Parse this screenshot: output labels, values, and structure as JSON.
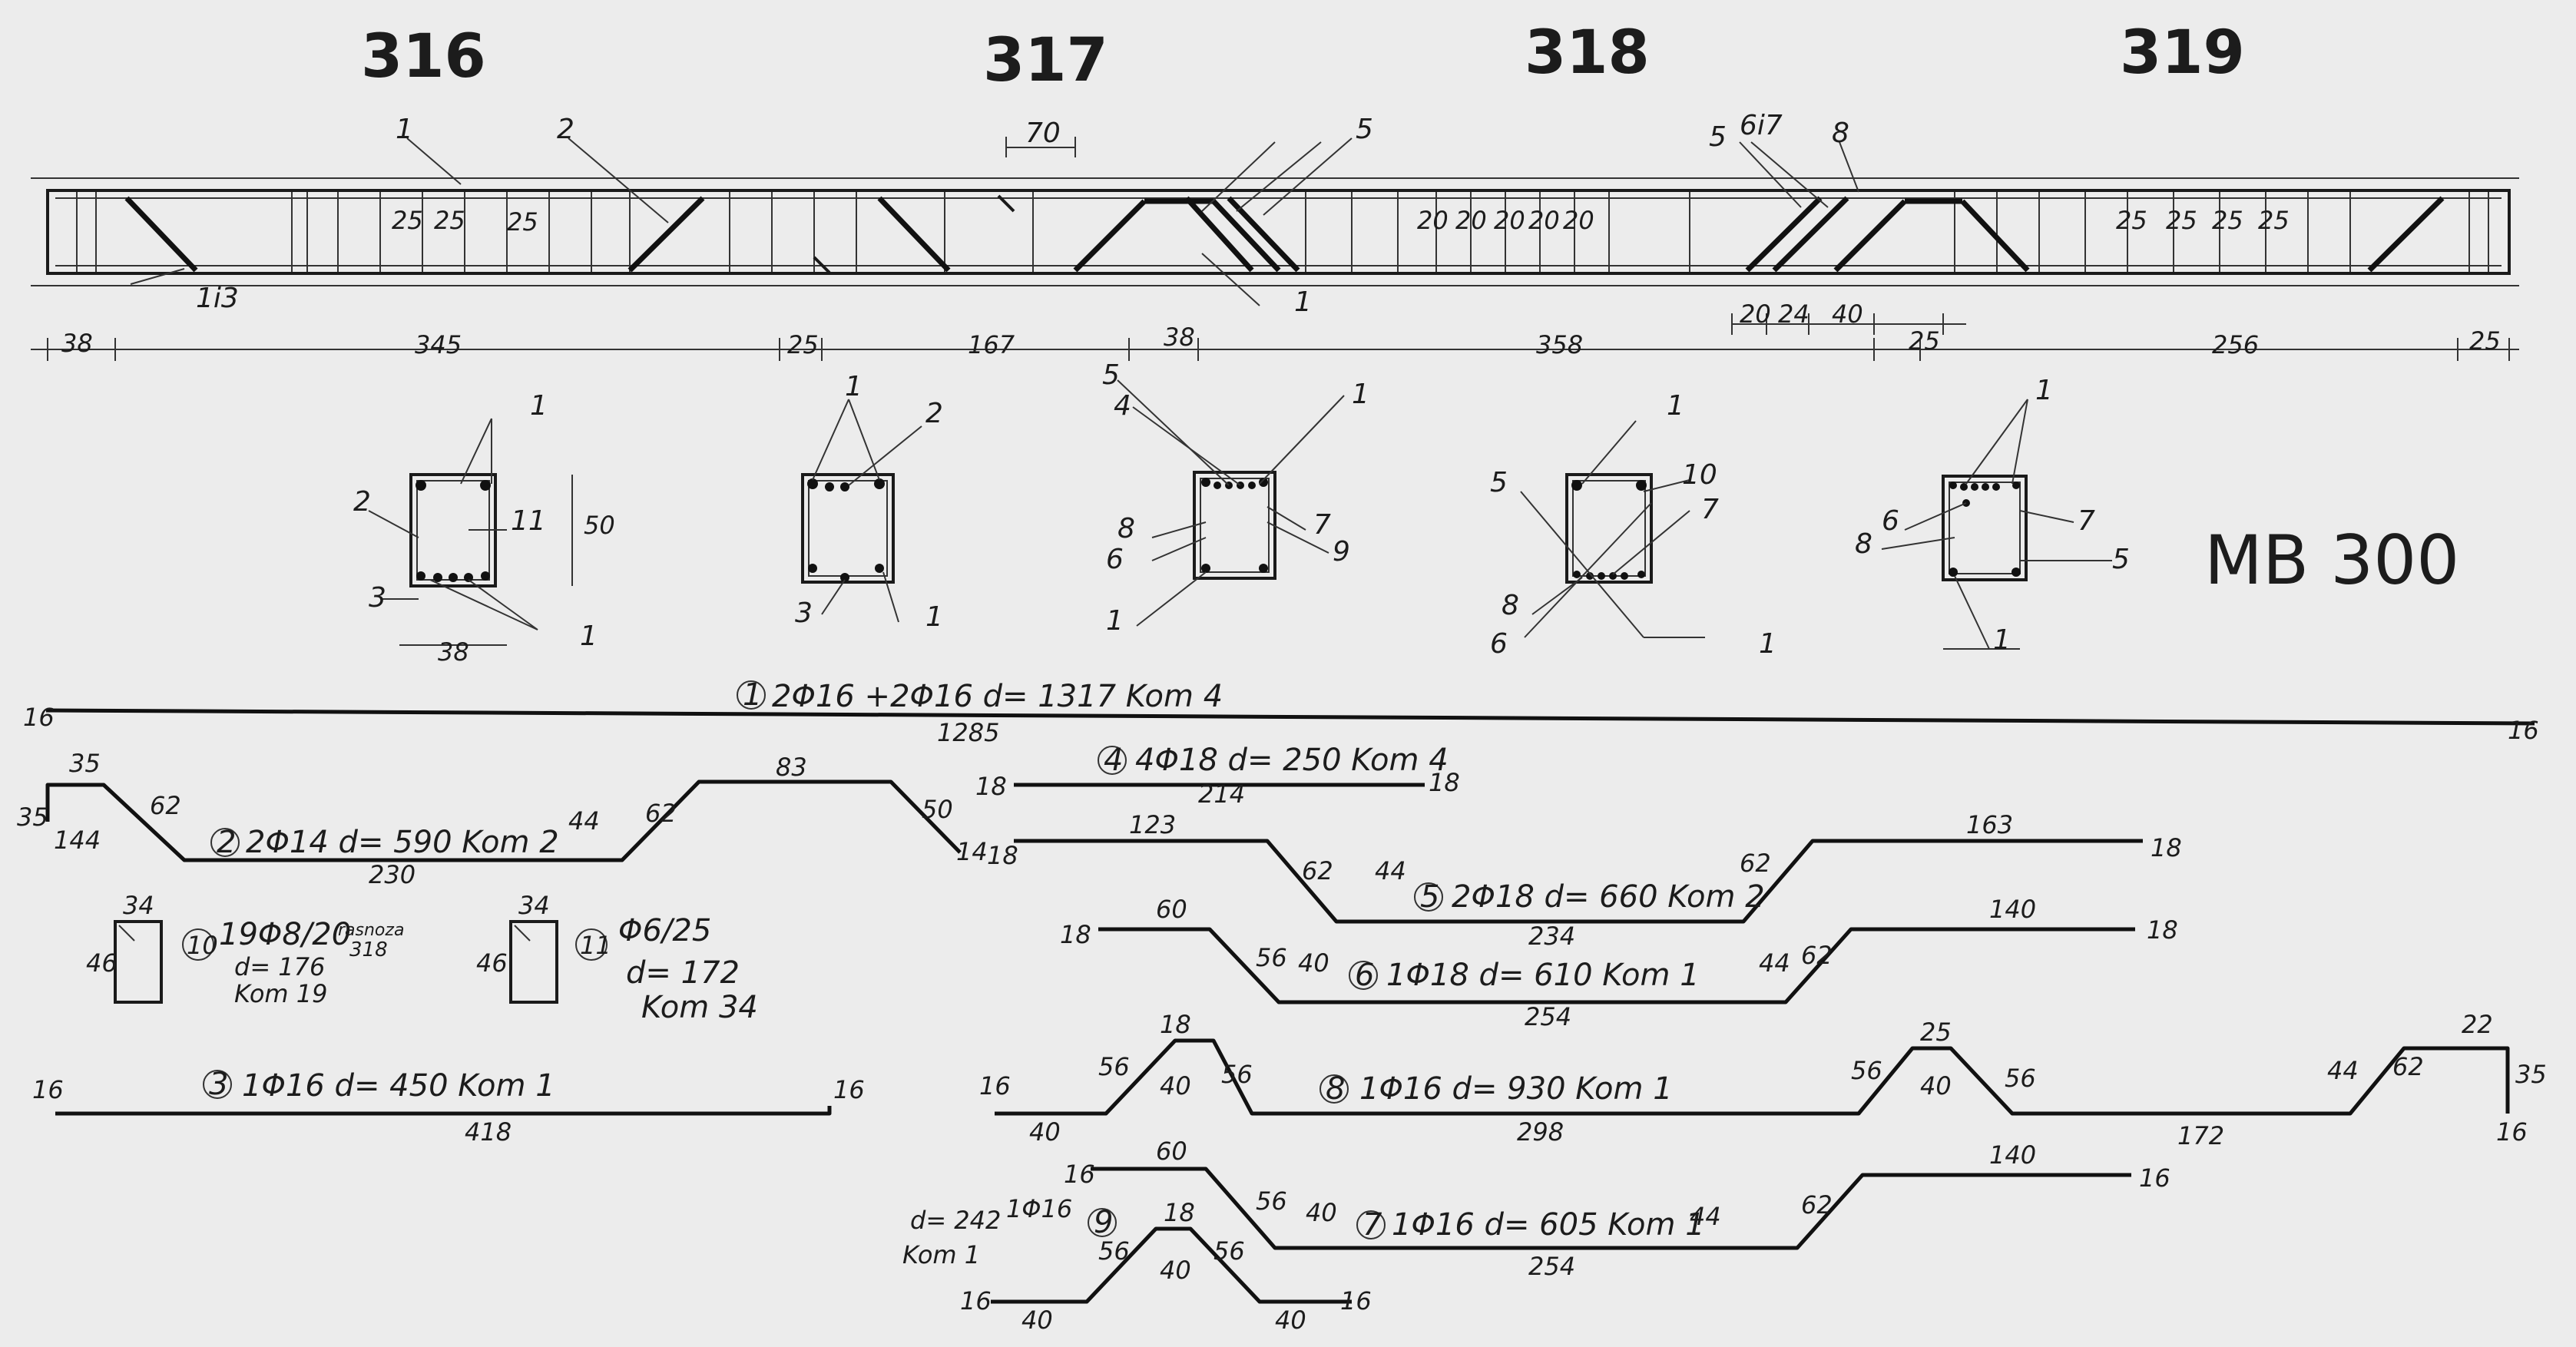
{
  "span_labels": [
    "316",
    "317",
    "318",
    "319"
  ],
  "mark": "MB 300",
  "elevation": {
    "bar_marks_top": [
      "1",
      "2",
      "70",
      "5",
      "5",
      "6i7",
      "8"
    ],
    "bar_marks_bottom": [
      "1i3",
      "1"
    ],
    "spacing_groups": [
      [
        "25",
        "25",
        "25"
      ],
      [
        "20",
        "20",
        "20",
        "20",
        "20"
      ],
      [
        "25",
        "25",
        "25",
        "25"
      ]
    ],
    "dims": [
      "38",
      "345",
      "25",
      "167",
      "38",
      "358",
      "20",
      "24",
      "40",
      "25",
      "256",
      "25"
    ]
  },
  "sections": [
    {
      "leaders": [
        "1",
        "2",
        "11",
        "3",
        "1"
      ],
      "dims": [
        "50",
        "38"
      ]
    },
    {
      "leaders": [
        "1",
        "2",
        "3",
        "1"
      ]
    },
    {
      "leaders": [
        "5",
        "4",
        "1",
        "8",
        "6",
        "7",
        "9",
        "1"
      ]
    },
    {
      "leaders": [
        "1",
        "5",
        "10",
        "7",
        "8",
        "6",
        "1"
      ]
    },
    {
      "leaders": [
        "1",
        "6",
        "8",
        "7",
        "5",
        "1"
      ]
    }
  ],
  "bars": {
    "b1": {
      "num": "1",
      "spec": "2Φ16 +2Φ16  d= 1317  Kom 4",
      "dims": [
        "16",
        "1285",
        "16"
      ]
    },
    "b2": {
      "num": "2",
      "spec": "2Φ14  d= 590  Kom 2",
      "dims": [
        "35",
        "35",
        "144",
        "62",
        "230",
        "44",
        "62",
        "83",
        "50",
        "14",
        "18"
      ]
    },
    "b4": {
      "num": "4",
      "spec": "4Φ18  d= 250  Kom 4",
      "dims": [
        "18",
        "214",
        "18"
      ]
    },
    "b5": {
      "num": "5",
      "spec": "2Φ18  d= 660  Kom 2",
      "dims": [
        "123",
        "62",
        "44",
        "234",
        "62",
        "163",
        "18"
      ]
    },
    "b10": {
      "num": "10",
      "spec": "19Φ8/20",
      "extra": [
        "d= 176",
        "Kom 19"
      ],
      "note": "rasnoza",
      "note2": "318",
      "dims": [
        "34",
        "46"
      ]
    },
    "b11": {
      "num": "11",
      "spec": "Φ6/25",
      "extra": [
        "d= 172",
        "Kom 34"
      ],
      "dims": [
        "34",
        "46"
      ]
    },
    "b6": {
      "num": "6",
      "spec": "1Φ18  d= 610  Kom 1",
      "dims": [
        "18",
        "60",
        "56",
        "40",
        "254",
        "44",
        "62",
        "140",
        "18"
      ]
    },
    "b3": {
      "num": "3",
      "spec": "1Φ16  d= 450  Kom 1",
      "dims": [
        "16",
        "418",
        "16"
      ]
    },
    "b8": {
      "num": "8",
      "spec": "1Φ16  d= 930  Kom 1",
      "dims": [
        "16",
        "40",
        "56",
        "18",
        "40",
        "56",
        "298",
        "56",
        "25",
        "40",
        "56",
        "172",
        "44",
        "62",
        "22",
        "35",
        "16"
      ]
    },
    "b7": {
      "num": "7",
      "spec": "1Φ16  d= 605  Kom 1",
      "dims": [
        "16",
        "60",
        "56",
        "40",
        "254",
        "44",
        "62",
        "140",
        "16"
      ]
    },
    "b9": {
      "num": "9",
      "spec": "1Φ16",
      "extra": [
        "d= 242",
        "Kom 1"
      ],
      "dims": [
        "18",
        "56",
        "56",
        "40",
        "16",
        "40",
        "40",
        "16"
      ]
    }
  }
}
